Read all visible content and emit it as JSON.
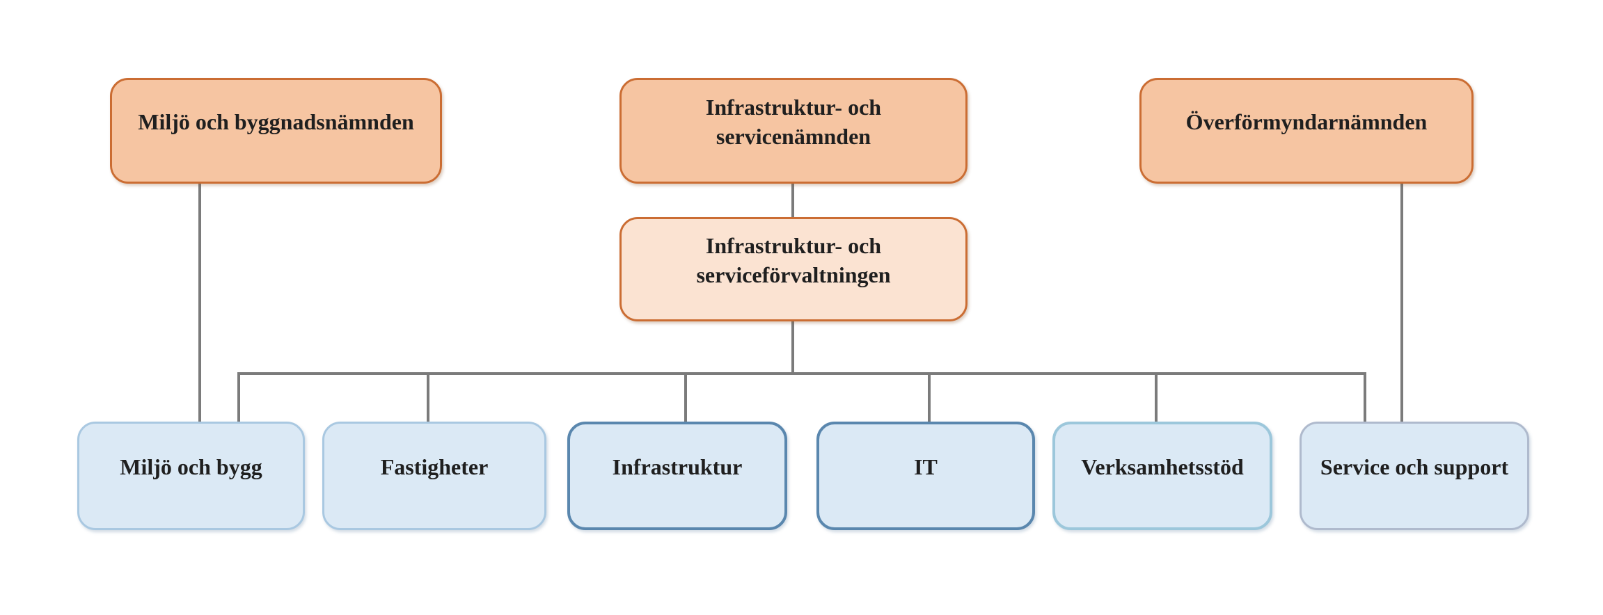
{
  "diagram": {
    "type": "org-chart",
    "background": "#FFFFFF",
    "connector_color": "#7B7B7B",
    "text_color": "#1F1F1F",
    "nodes": {
      "miljo_och_byggnadsnamnden": {
        "label": "Miljö och byggnadsnämnden",
        "fill": "#F6C5A2",
        "border": "#CB6D33",
        "row": "top"
      },
      "infrastruktur_och_servicenamnden": {
        "label": "Infrastruktur- och servicenämnden",
        "fill": "#F6C5A2",
        "border": "#CB6D33",
        "row": "top"
      },
      "overformyndarnamnden": {
        "label": "Överförmyndarnämnden",
        "fill": "#F6C5A2",
        "border": "#CB6D33",
        "row": "top"
      },
      "infrastruktur_och_serviceforvaltningen": {
        "label": "Infrastruktur- och serviceförvaltningen",
        "fill": "#FBE3D2",
        "border": "#CB6D33",
        "row": "middle"
      },
      "miljo_och_bygg": {
        "label": "Miljö och bygg",
        "fill": "#DBE9F5",
        "border": "#A9C8E1",
        "row": "bottom"
      },
      "fastigheter": {
        "label": "Fastigheter",
        "fill": "#DBE9F5",
        "border": "#A9C8E1",
        "row": "bottom"
      },
      "infrastruktur": {
        "label": "Infrastruktur",
        "fill": "#DBE9F5",
        "border": "#5A87AE",
        "row": "bottom"
      },
      "it": {
        "label": "IT",
        "fill": "#DBE9F5",
        "border": "#5A87AE",
        "row": "bottom"
      },
      "verksamhetsstod": {
        "label": "Verksamhetsstöd",
        "fill": "#DBE9F5",
        "border": "#9CC7DB",
        "row": "bottom"
      },
      "service_och_support": {
        "label": "Service och support",
        "fill": "#DBE9F5",
        "border": "#AFBACD",
        "row": "bottom"
      }
    },
    "edges": [
      {
        "from": "Miljö och byggnadsnämnden",
        "to": "Miljö och bygg"
      },
      {
        "from": "Infrastruktur- och servicenämnden",
        "to": "Infrastruktur- och serviceförvaltningen"
      },
      {
        "from": "Infrastruktur- och serviceförvaltningen",
        "to": "Miljö och bygg"
      },
      {
        "from": "Infrastruktur- och serviceförvaltningen",
        "to": "Fastigheter"
      },
      {
        "from": "Infrastruktur- och serviceförvaltningen",
        "to": "Infrastruktur"
      },
      {
        "from": "Infrastruktur- och serviceförvaltningen",
        "to": "IT"
      },
      {
        "from": "Infrastruktur- och serviceförvaltningen",
        "to": "Verksamhetsstöd"
      },
      {
        "from": "Infrastruktur- och serviceförvaltningen",
        "to": "Service och support"
      },
      {
        "from": "Överförmyndarnämnden",
        "to": "Service och support"
      }
    ]
  }
}
